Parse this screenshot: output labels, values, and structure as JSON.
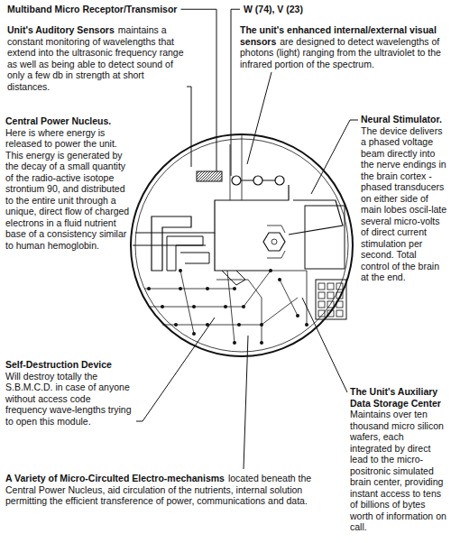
{
  "diagram": {
    "labels": [
      "Multiband Micro Receptor/Transmisor",
      "W (74), V (23)",
      "Unit's Auditory Sensors",
      "maintains a constant monitoring of wavelengths that extend into the ultrasonic frequency range as well as being able to detect sound of only a few db in strength at short distances.",
      "The unit's enhanced internal/external visual sensors",
      "are designed to detect wavelengths of photons (light) ranging from the ultraviolet to the infrared portion of the spectrum.",
      "Central Power Nucleus.",
      "Here is where energy is released to power the unit. This energy is generated by the decay of a small quantity of the radio-active isotope strontium 90, and distributed to the entire unit through a unique, direct flow of charged electrons in a fluid nutrient base of a consistency similar to human hemoglobin.",
      "Neural Stimulator.",
      "The device delivers a phased voltage beam directly into the nerve endings in the brain cortex -phased transducers on either side of main lobes oscil-late several micro-volts of direct current stimulation per second. Total control of the brain at the end.",
      "Self-Destruction Device",
      "Will destroy totally the S.B.M.C.D. in case of anyone without access code frequency wave-lengths trying to open this module.",
      "The Unit's Auxiliary Data Storage Center",
      "Maintains over ten thousand micro silicon wafers, each integrated by direct lead to the micro-positronic simulated brain center, providing instant access to tens of billions of bytes worth of information on call.",
      "A Variety of Micro-Circulted Electro-mechanisms",
      "located beneath the Central Power Nucleus, aid circulation of the nutrients, internal solution permitting the efficient transference of power, communications and data."
    ]
  }
}
